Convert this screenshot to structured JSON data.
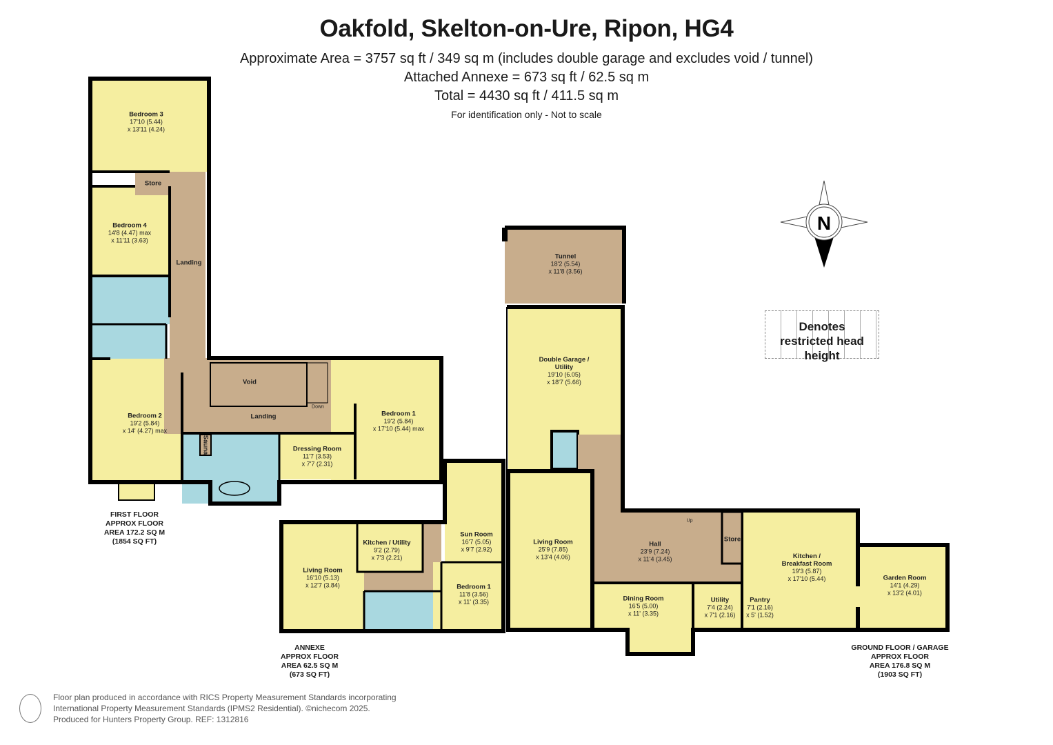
{
  "header": {
    "title": "Oakfold, Skelton-on-Ure, Ripon, HG4",
    "approx_area": "Approximate Area = 3757 sq ft / 349 sq m (includes double garage and excludes void / tunnel)",
    "annexe_area": "Attached Annexe = 673 sq ft / 62.5 sq m",
    "total_area": "Total = 4430 sq ft / 411.5 sq m",
    "disclaimer": "For identification only - Not to scale"
  },
  "colors": {
    "room": "#f5eea0",
    "bathroom": "#a9d8e0",
    "circulation": "#c8ad8c",
    "wall": "#000000"
  },
  "first_floor": {
    "label": [
      "FIRST FLOOR",
      "APPROX FLOOR",
      "AREA 172.2 SQ M",
      "(1854 SQ FT)"
    ],
    "rooms": [
      {
        "name": "Bedroom 3",
        "dim1": "17'10 (5.44)",
        "dim2": "x 13'11 (4.24)"
      },
      {
        "name": "Store",
        "dim1": "",
        "dim2": ""
      },
      {
        "name": "Bedroom 4",
        "dim1": "14'8 (4.47) max",
        "dim2": "x 11'11 (3.63)"
      },
      {
        "name": "Landing",
        "dim1": "",
        "dim2": ""
      },
      {
        "name": "Void",
        "dim1": "",
        "dim2": ""
      },
      {
        "name": "Landing",
        "dim1": "",
        "dim2": ""
      },
      {
        "name": "Bedroom 2",
        "dim1": "19'2 (5.84)",
        "dim2": "x 14' (4.27) max"
      },
      {
        "name": "Bedroom 1",
        "dim1": "19'2 (5.84)",
        "dim2": "x 17'10 (5.44) max"
      },
      {
        "name": "Dressing Room",
        "dim1": "11'7 (3.53)",
        "dim2": "x 7'7 (2.31)"
      },
      {
        "name": "Sauna",
        "dim1": "",
        "dim2": ""
      }
    ],
    "stair_label": "Down"
  },
  "annexe": {
    "label": [
      "ANNEXE",
      "APPROX FLOOR",
      "AREA 62.5 SQ M",
      "(673 SQ FT)"
    ],
    "rooms": [
      {
        "name": "Living Room",
        "dim1": "16'10 (5.13)",
        "dim2": "x 12'7 (3.84)"
      },
      {
        "name": "Kitchen / Utility",
        "dim1": "9'2 (2.79)",
        "dim2": "x 7'3 (2.21)"
      },
      {
        "name": "Sun Room",
        "dim1": "16'7 (5.05)",
        "dim2": "x 9'7 (2.92)"
      },
      {
        "name": "Bedroom 1",
        "dim1": "11'8 (3.56)",
        "dim2": "x 11' (3.35)"
      }
    ]
  },
  "ground_floor": {
    "label": [
      "GROUND FLOOR / GARAGE",
      "APPROX FLOOR",
      "AREA 176.8 SQ M",
      "(1903 SQ FT)"
    ],
    "rooms": [
      {
        "name": "Tunnel",
        "dim1": "18'2 (5.54)",
        "dim2": "x 11'8 (3.56)"
      },
      {
        "name": "Double Garage / Utility",
        "dim1": "19'10 (6.05)",
        "dim2": "x 18'7 (5.66)"
      },
      {
        "name": "Living Room",
        "dim1": "25'9 (7.85)",
        "dim2": "x 13'4 (4.06)"
      },
      {
        "name": "Hall",
        "dim1": "23'9 (7.24)",
        "dim2": "x 11'4 (3.45)"
      },
      {
        "name": "Store",
        "dim1": "",
        "dim2": ""
      },
      {
        "name": "Dining Room",
        "dim1": "16'5 (5.00)",
        "dim2": "x 11' (3.35)"
      },
      {
        "name": "Utility",
        "dim1": "7'4 (2.24)",
        "dim2": "x 7'1 (2.16)"
      },
      {
        "name": "Pantry",
        "dim1": "7'1 (2.16)",
        "dim2": "x 5' (1.52)"
      },
      {
        "name": "Kitchen / Breakfast Room",
        "dim1": "19'3 (5.87)",
        "dim2": "x 17'10 (5.44)"
      },
      {
        "name": "Garden Room",
        "dim1": "14'1 (4.29)",
        "dim2": "x 13'2 (4.01)"
      }
    ],
    "stair_label": "Up"
  },
  "compass": {
    "letter": "N"
  },
  "legend": {
    "text": "Denotes restricted head height"
  },
  "footer": {
    "line1": "Floor plan produced in accordance with RICS Property Measurement Standards incorporating",
    "line2": "International Property Measurement Standards (IPMS2 Residential).   ©nichecom 2025.",
    "line3": "Produced for Hunters Property Group. REF: 1312816"
  }
}
